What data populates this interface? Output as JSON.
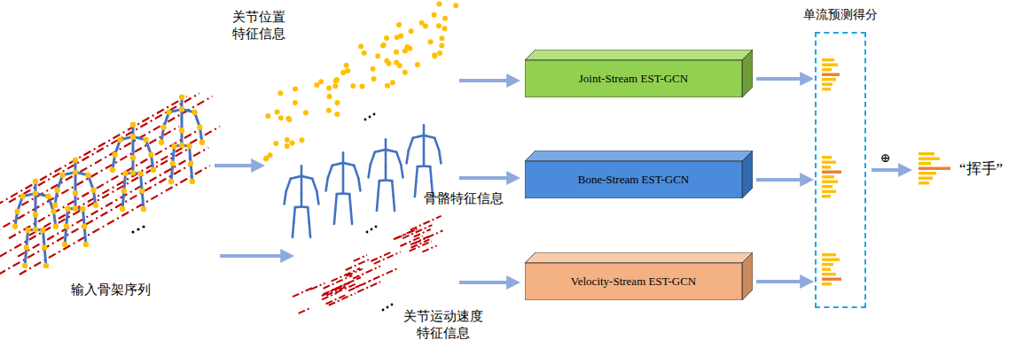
{
  "diagram": {
    "nodes": [
      {
        "text": [
          "Joint-Stream  EST-GCN"
        ]
      },
      {
        "text": [
          "Bone-Stream  EST-GCN"
        ]
      },
      {
        "text": [
          "Velocity-Stream  EST-GCN"
        ]
      },
      {
        "text": [
          "单流预测得分"
        ]
      }
    ],
    "edges": [
      {
        "from": 0,
        "to": 3,
        "arrow": "to"
      },
      {
        "from": 1,
        "to": 3,
        "arrow": "to"
      },
      {
        "from": 2,
        "to": 3,
        "arrow": "to"
      }
    ],
    "labels": [
      "关节位置 特征信息",
      "骨骼特征信息",
      "关节运动速度 特征信息",
      "输入骨架序列",
      "⊕",
      "“挥手”"
    ]
  }
}
